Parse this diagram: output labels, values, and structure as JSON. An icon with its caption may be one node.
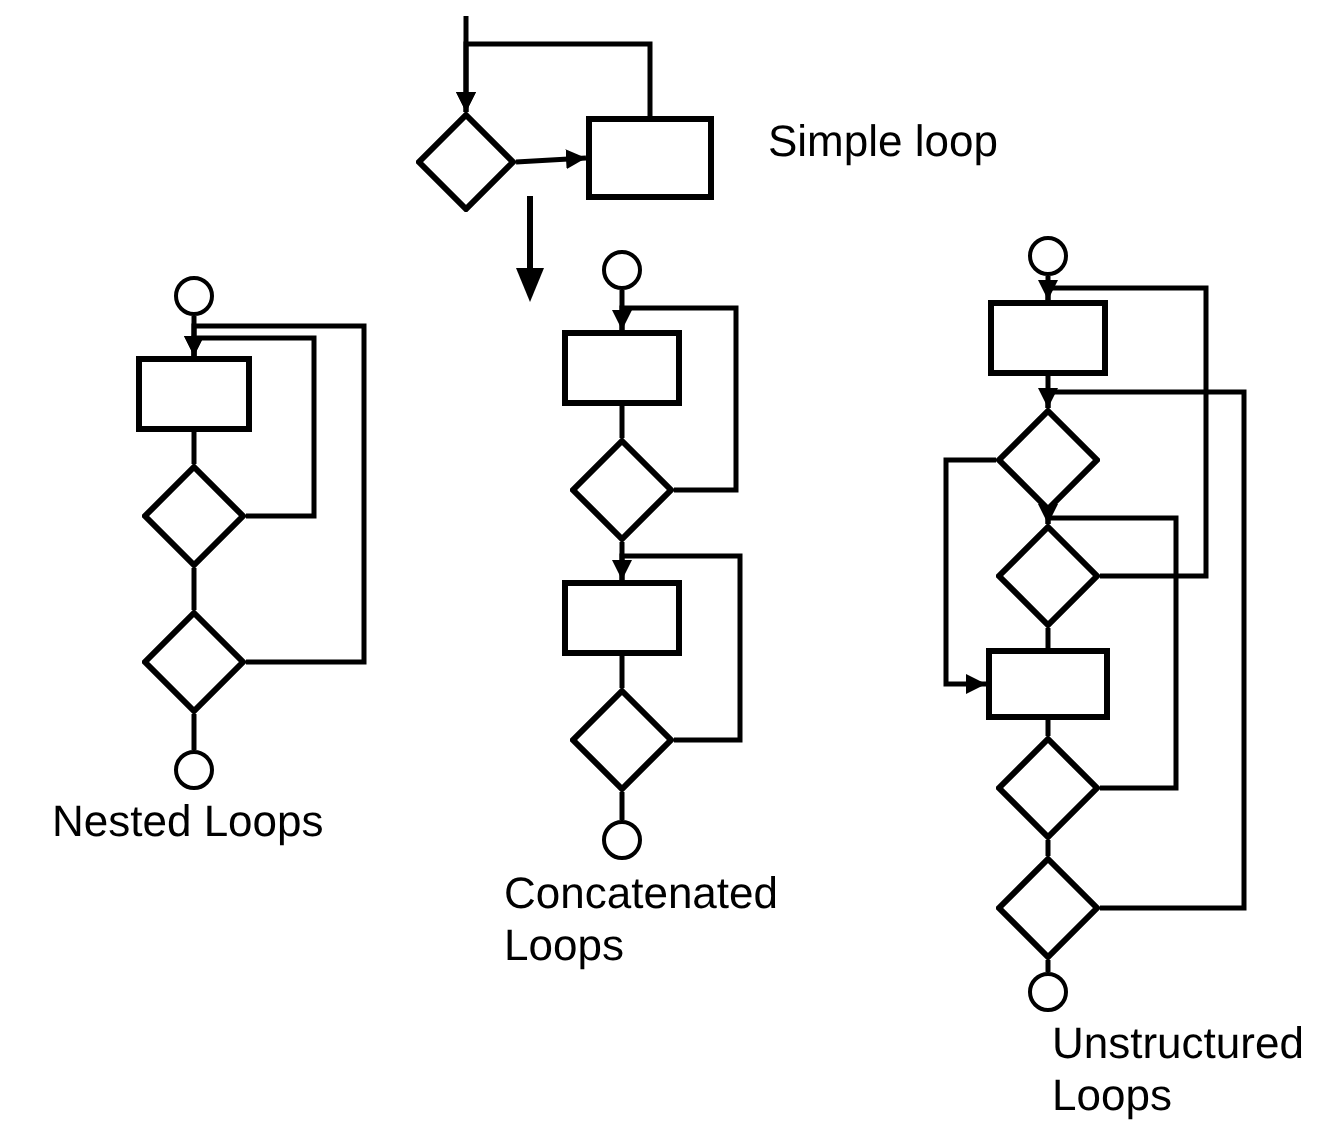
{
  "diagram": {
    "nodes": [
      {
        "text": [],
        "shape": "diamond"
      },
      {
        "text": [],
        "shape": "box"
      },
      {
        "text": [],
        "shape": "circle"
      },
      {
        "text": [],
        "shape": "box"
      },
      {
        "text": [],
        "shape": "diamond"
      },
      {
        "text": [],
        "shape": "diamond"
      },
      {
        "text": [],
        "shape": "circle"
      },
      {
        "text": [],
        "shape": "circle"
      },
      {
        "text": [],
        "shape": "box"
      },
      {
        "text": [],
        "shape": "diamond"
      },
      {
        "text": [],
        "shape": "box"
      },
      {
        "text": [],
        "shape": "diamond"
      },
      {
        "text": [],
        "shape": "circle"
      },
      {
        "text": [],
        "shape": "circle"
      },
      {
        "text": [],
        "shape": "box"
      },
      {
        "text": [],
        "shape": "diamond"
      },
      {
        "text": [],
        "shape": "diamond"
      },
      {
        "text": [],
        "shape": "box"
      },
      {
        "text": [],
        "shape": "diamond"
      },
      {
        "text": [],
        "shape": "diamond"
      },
      {
        "text": [],
        "shape": "circle"
      }
    ],
    "edges": [
      {
        "from": null,
        "to": 0,
        "arrow": "to"
      },
      {
        "from": 0,
        "to": 1,
        "arrow": "to"
      },
      {
        "from": 1,
        "to": 0,
        "arrow": "to"
      },
      {
        "from": 2,
        "to": 3,
        "arrow": "none"
      },
      {
        "from": 3,
        "to": 4,
        "arrow": "none"
      },
      {
        "from": 4,
        "to": 5,
        "arrow": "none"
      },
      {
        "from": 5,
        "to": 6,
        "arrow": "none"
      },
      {
        "from": 4,
        "to": 3,
        "arrow": "to"
      },
      {
        "from": 5,
        "to": 3,
        "arrow": "to"
      },
      {
        "from": 7,
        "to": 8,
        "arrow": "none"
      },
      {
        "from": 8,
        "to": 9,
        "arrow": "none"
      },
      {
        "from": 9,
        "to": 10,
        "arrow": "none"
      },
      {
        "from": 10,
        "to": 11,
        "arrow": "none"
      },
      {
        "from": 11,
        "to": 12,
        "arrow": "none"
      },
      {
        "from": 9,
        "to": 8,
        "arrow": "to"
      },
      {
        "from": 11,
        "to": 10,
        "arrow": "to"
      },
      {
        "from": 13,
        "to": 14,
        "arrow": "none"
      },
      {
        "from": 14,
        "to": 15,
        "arrow": "none"
      },
      {
        "from": 15,
        "to": 16,
        "arrow": "none"
      },
      {
        "from": 16,
        "to": 17,
        "arrow": "none"
      },
      {
        "from": 17,
        "to": 18,
        "arrow": "none"
      },
      {
        "from": 18,
        "to": 19,
        "arrow": "none"
      },
      {
        "from": 19,
        "to": 20,
        "arrow": "none"
      },
      {
        "from": 16,
        "to": 14,
        "arrow": "to"
      },
      {
        "from": 19,
        "to": 15,
        "arrow": "to"
      },
      {
        "from": 15,
        "to": 17,
        "arrow": "to"
      },
      {
        "from": 18,
        "to": 16,
        "arrow": "to"
      }
    ],
    "labels": [
      "Simple loop",
      "Nested Loops",
      "Concatenated Loops",
      "Unstructured Loops"
    ]
  }
}
